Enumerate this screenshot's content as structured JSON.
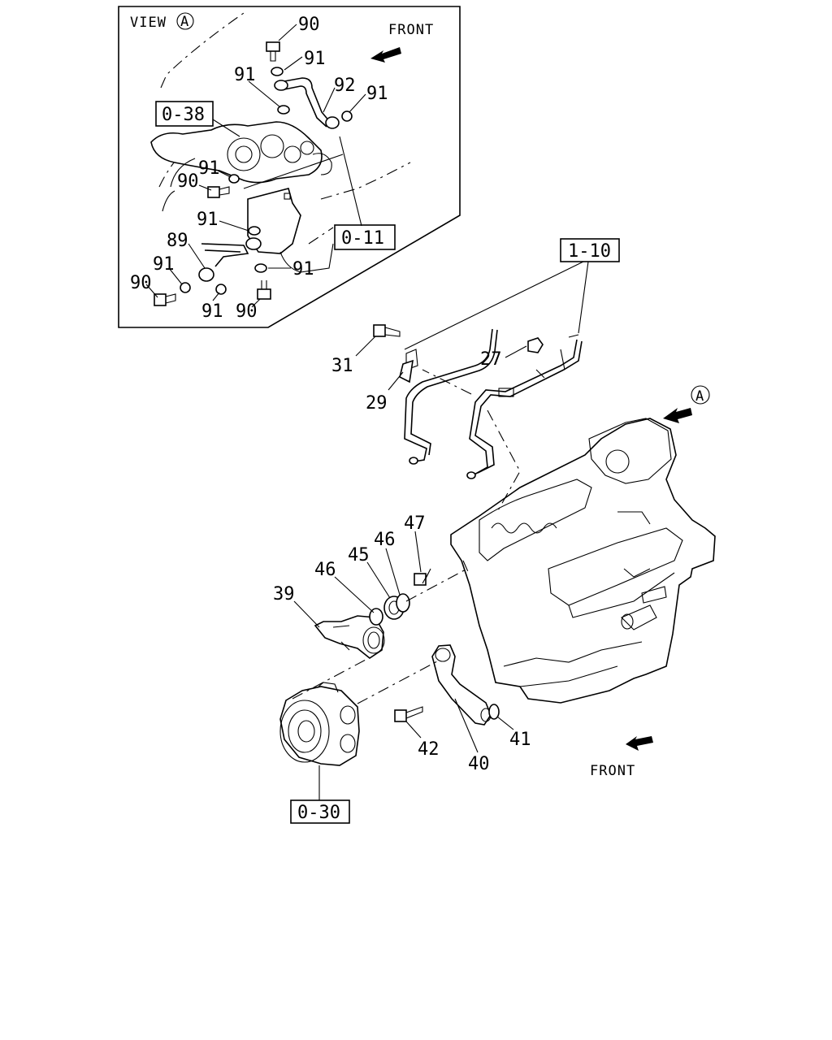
{
  "inset": {
    "view_label": "VIEW",
    "view_marker": "A",
    "front_label": "FRONT",
    "ref_boxes": {
      "r038": "0-38",
      "r011": "0-11"
    },
    "callouts": {
      "c90a": "90",
      "c91a": "91",
      "c91b": "91",
      "c92": "92",
      "c91c": "91",
      "c91d": "91",
      "c90b": "90",
      "c91e": "91",
      "c89": "89",
      "c91f": "91",
      "c90c": "90",
      "c91g": "91",
      "c91h": "91",
      "c90d": "90"
    }
  },
  "main": {
    "ref_boxes": {
      "r110": "1-10",
      "r030": "0-30"
    },
    "view_marker": "A",
    "front_label": "FRONT",
    "callouts": {
      "c31": "31",
      "c29": "29",
      "c27": "27",
      "c47": "47",
      "c46a": "46",
      "c45": "45",
      "c46b": "46",
      "c39": "39",
      "c41": "41",
      "c42": "42",
      "c40": "40"
    }
  }
}
